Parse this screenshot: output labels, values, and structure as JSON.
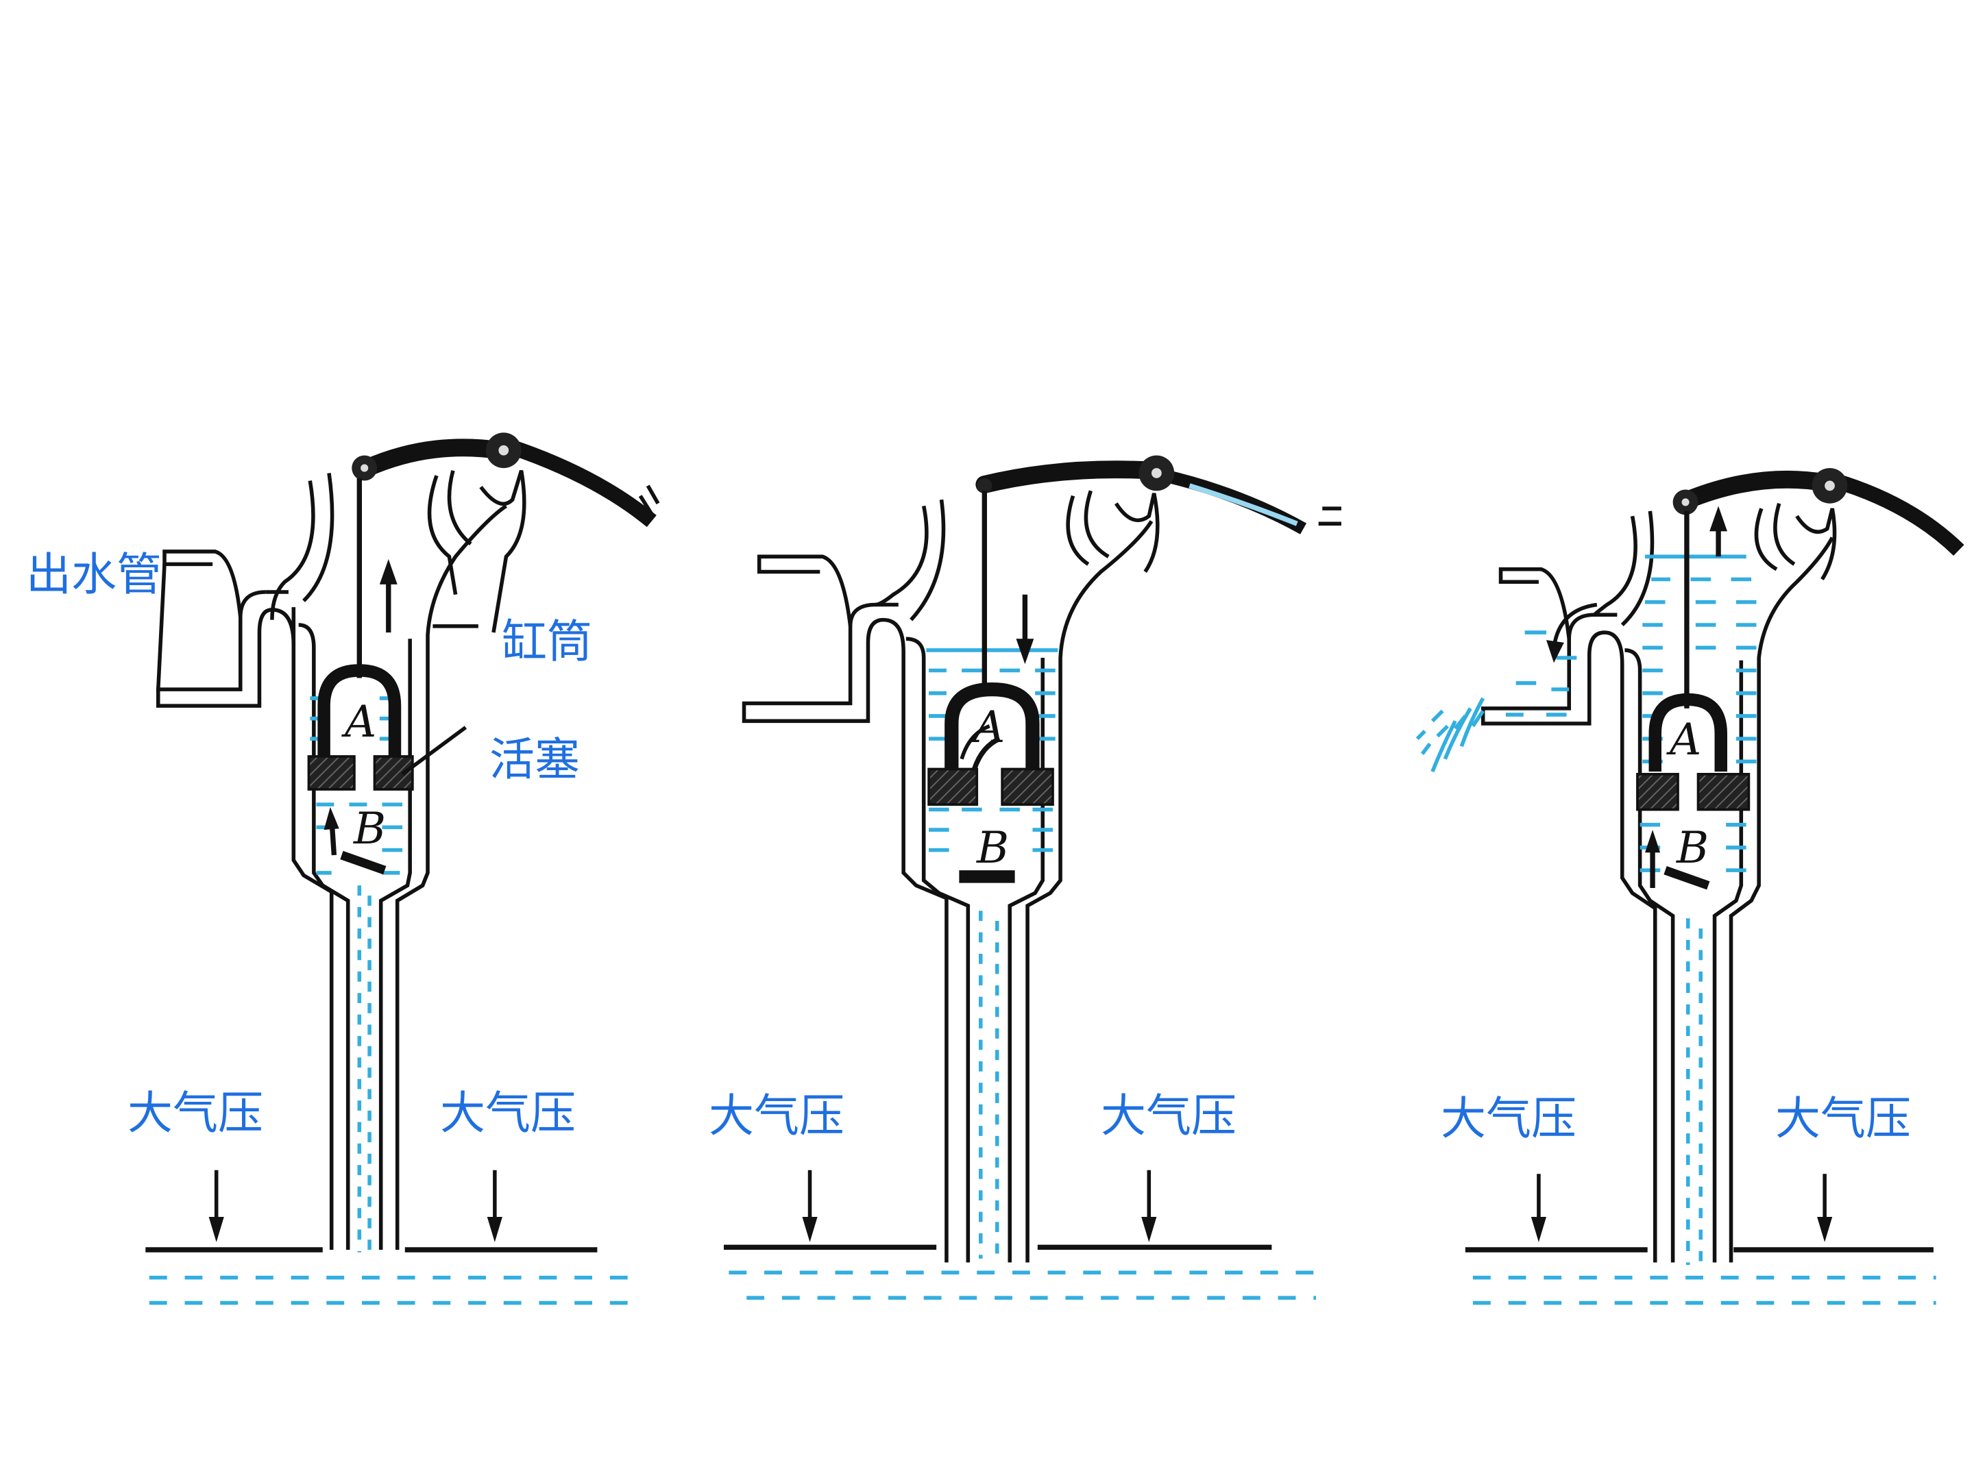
{
  "labels": {
    "outlet_pipe": "出水管",
    "cylinder": "缸筒",
    "piston": "活塞",
    "atmospheric_pressure": "大气压",
    "valve_a": "A",
    "valve_b": "B"
  },
  "colors": {
    "label_blue": "#1f6fe0",
    "water": "#33aee0",
    "line": "#111111"
  }
}
